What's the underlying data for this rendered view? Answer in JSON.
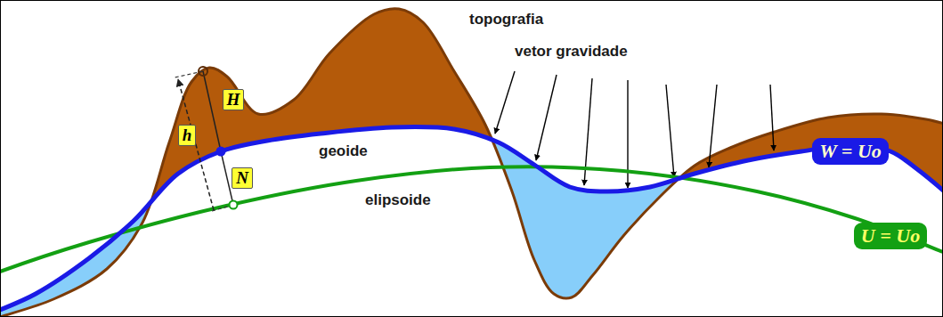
{
  "diagram": {
    "nodes": [
      {
        "text": [
          "H"
        ]
      },
      {
        "text": [
          "h"
        ]
      },
      {
        "text": [
          "N"
        ]
      },
      {
        "text": [
          "W = Uo"
        ]
      },
      {
        "text": [
          "U = Uo"
        ]
      }
    ],
    "labels": [
      "topografia",
      "vetor gravidade",
      "geoide",
      "elipsoide"
    ]
  }
}
